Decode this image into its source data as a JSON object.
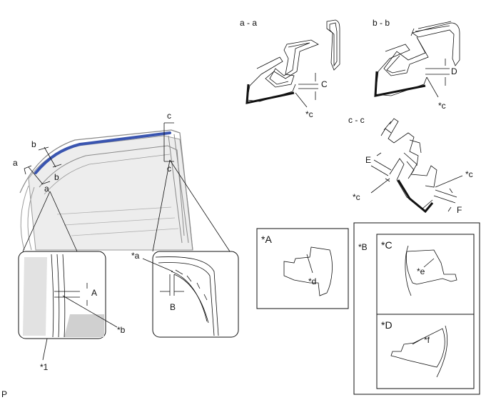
{
  "sections": {
    "aa": "a - a",
    "bb": "b - b",
    "cc": "c - c"
  },
  "cut_marks": {
    "a1": "a",
    "a2": "a",
    "b1": "b",
    "b2": "b",
    "c1": "c",
    "c2": "c"
  },
  "dimensions": {
    "A": "A",
    "B": "B",
    "C": "C",
    "D": "D",
    "E": "E",
    "F": "F"
  },
  "callouts": {
    "one": "*1",
    "a": "*a",
    "b": "*b",
    "c_aa": "*c",
    "c_bb": "*c",
    "c_cc_left": "*c",
    "c_cc_right": "*c",
    "d": "*d",
    "e": "*e",
    "f": "*f"
  },
  "panels": {
    "A": "*A",
    "B": "*B",
    "C": "*C",
    "D": "*D"
  },
  "corner_mark": "P",
  "colors": {
    "weatherstrip": "#3a55b0",
    "line": "#111111",
    "door_fill": "#e6e6e6",
    "door_line": "#8a8a8a"
  }
}
